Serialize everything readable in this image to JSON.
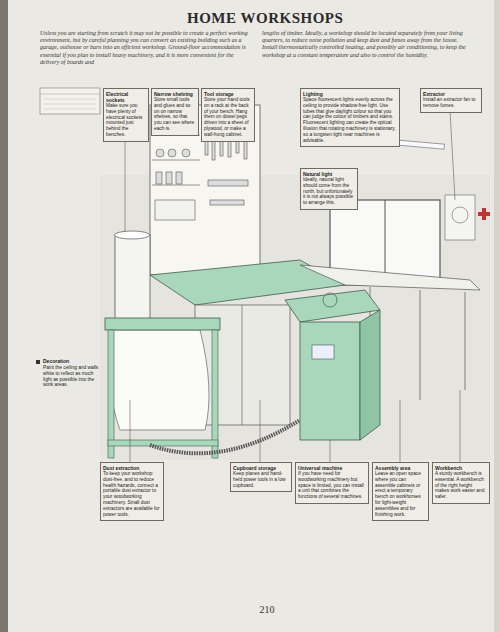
{
  "diagram": {
    "title": "HOME WORKSHOPS",
    "nodes": [
      {
        "text": [
          "Electrical sockets",
          "Make sure you have plenty of electrical sockets mounted just behind the benches."
        ]
      },
      {
        "text": [
          "Narrow shelving",
          "Store small tools and glues and so on on narrow shelves, so that you can see where each is."
        ]
      },
      {
        "text": [
          "Tool storage",
          "Store your hand tools on a rack at the back of your bench. Hang them on dowel pegs driven into a sheet of plywood, or make a wall-hung cabinet."
        ]
      },
      {
        "text": [
          "Lighting",
          "Space fluorescent lights evenly across the ceiling to provide shadow-free light. Use tubes that give daylight colour so that you can judge the colour of timbers and stains. Fluorescent lighting can create the optical illusion that rotating machinery is stationary, so a tungsten light near machines is advisable."
        ]
      },
      {
        "text": [
          "Extractor",
          "Install an extractor fan to remove fumes."
        ]
      },
      {
        "text": [
          "Natural light",
          "Ideally, natural light should come from the north, but unfortunately it is not always possible to arrange this."
        ]
      },
      {
        "text": [
          "Dust extraction",
          "To keep your workshop dust-free, and to reduce health hazards, connect a portable dust extractor to your woodworking machinery. Small dust extractors are available for power tools."
        ]
      },
      {
        "text": [
          "Cupboard storage",
          "Keep planes and hand-held power tools in a low cupboard."
        ]
      },
      {
        "text": [
          "Universal machine",
          "If you have need for woodworking machinery but space is limited, you can install a unit that combines the functions of several machines."
        ]
      },
      {
        "text": [
          "Assembly area",
          "Leave an open space where you can assemble cabinets or erect a temporary bench on workhorses for light-weight assemblies and for finishing work."
        ]
      },
      {
        "text": [
          "Workbench",
          "A sturdy workbench is essential. A workbench of the right height makes work easier and safer."
        ]
      }
    ],
    "labels": [
      "Unless you are starting from scratch it may not be possible to create a perfect working environment, but by careful planning you can convert an existing building such as a garage, outhouse or barn into an efficient workshop. Ground-floor accommodation is essential if you plan to install heavy machinery, and it is more convenient for the delivery of boards and",
      "lengths of timber. Ideally, a workshop should be located separately from your living quarters, to reduce noise pollution and keep dust and fumes away from the house. Install thermostatically controlled heating, and possibly air conditioning, to keep the workshop at a constant temperature and also to control the humidity.",
      "Decoration",
      "Paint the ceiling and walls white to reflect as much light as possible into the work areas.",
      "210"
    ]
  }
}
